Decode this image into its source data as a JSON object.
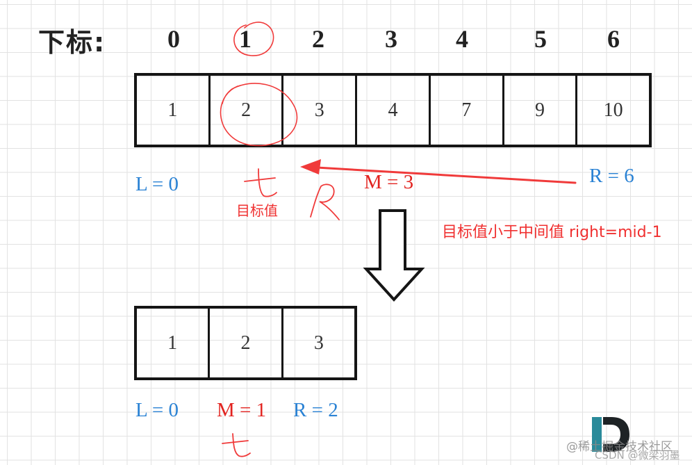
{
  "index_label": "下标:",
  "indices": [
    "0",
    "1",
    "2",
    "3",
    "4",
    "5",
    "6"
  ],
  "top_array": [
    "1",
    "2",
    "3",
    "4",
    "7",
    "9",
    "10"
  ],
  "top_pointers": {
    "left": "L = 0",
    "mid": "M = 3",
    "right": "R = 6"
  },
  "target_label": "目标值",
  "rule_note": "目标值小于中间值 right=mid-1",
  "bottom_array": [
    "1",
    "2",
    "3"
  ],
  "bottom_pointers": {
    "left": "L = 0",
    "mid": "M = 1",
    "right": "R = 2"
  },
  "watermark": {
    "line1": "@稀土掘金技术社区",
    "line2": "CSDN @微梁羽墨"
  },
  "colors": {
    "pointer_blue": "#2a82d4",
    "pointer_red": "#e2231f",
    "annotation_red": "#f03030",
    "box_border": "#151515",
    "grid": "#e2e2e2",
    "logo_teal": "#2a8a9a"
  }
}
